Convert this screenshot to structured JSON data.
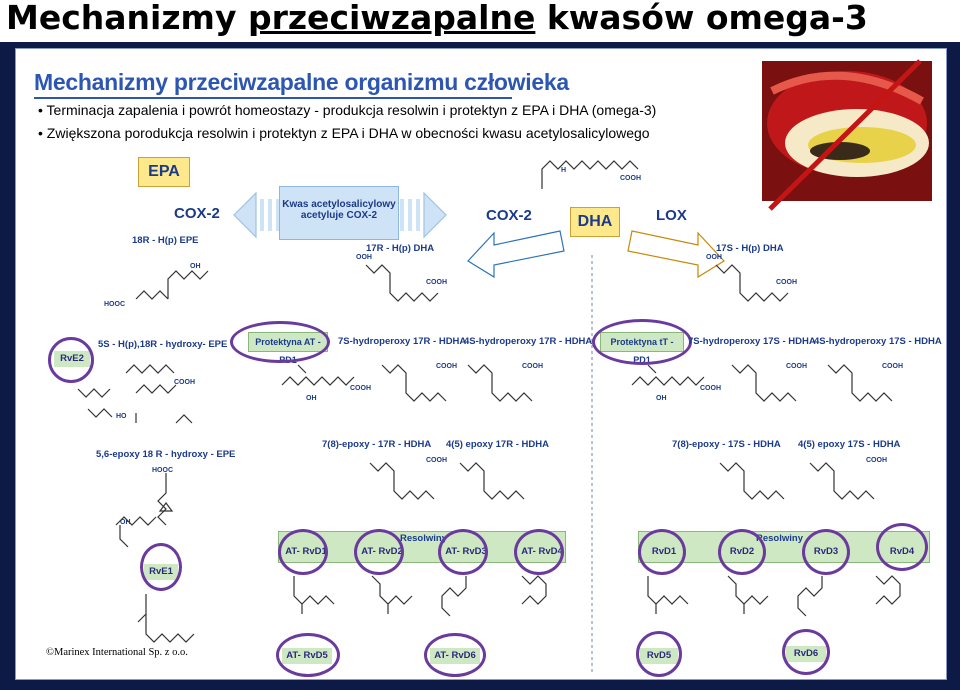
{
  "slide": {
    "title_pre": "Mechanizmy ",
    "title_underlined": "przeciwzapalne",
    "title_post": " kwasów omega-3"
  },
  "panel": {
    "heading": "Mechanizmy przeciwzapalne organizmu człowieka",
    "bullets": [
      "Terminacja zapalenia i powrót homeostazy - produkcja resolwin i protektyn z EPA i DHA (omega-3)",
      "Zwiększona porodukcja resolwin i protektyn z EPA i DHA w obecności kwasu acetylosalicylowego"
    ],
    "aspirin_box": [
      "Kwas acetylosalicylowy",
      "acetyluje COX-2"
    ],
    "copyright": "©Marinex International Sp. z o.o."
  },
  "epa": {
    "label": "EPA",
    "enzyme": "COX-2",
    "intermediate": "18R - H(p) EPE",
    "step2": "5S - H(p),18R - hydroxy-  EPE",
    "step3": "5,6-epoxy 18 R - hydroxy - EPE",
    "rve2": "RvE2",
    "rve1": "RvE1"
  },
  "dha": {
    "label": "DHA",
    "left_enzyme": "COX-2",
    "right_enzyme": "LOX",
    "left_intermediate": "17R - H(p) DHA",
    "right_intermediate": "17S - H(p) DHA",
    "left_row": [
      "Protektyna AT - PD1",
      "7S-hydroperoxy 17R - HDHA",
      "4S-hydroperoxy 17R - HDHA"
    ],
    "right_row": [
      "Protektyna tT - PD1",
      "7S-hydroperoxy 17S - HDHA",
      "4S-hydroperoxy 17S - HDHA"
    ],
    "left_epoxy": [
      "7(8)-epoxy - 17R - HDHA",
      "4(5) epoxy 17R - HDHA"
    ],
    "right_epoxy": [
      "7(8)-epoxy - 17S - HDHA",
      "4(5) epoxy 17S - HDHA"
    ],
    "resolwiny": "Resolwiny",
    "left_resolvins": [
      "AT- RvD1",
      "AT- RvD2",
      "AT- RvD3",
      "AT- RvD4"
    ],
    "right_resolvins": [
      "RvD1",
      "RvD2",
      "RvD3",
      "RvD4"
    ],
    "left_bottom": [
      "AT- RvD5",
      "AT- RvD6"
    ],
    "right_bottom": [
      "RvD5",
      "RvD6"
    ]
  },
  "chem": {
    "cooh": "COOH",
    "hooc": "HOOC",
    "oh": "OH",
    "ho": "HO",
    "h": "H",
    "oooh": "OOH"
  },
  "colors": {
    "heading": "#2d56b3",
    "arrow_blue": "#4a9fe0",
    "arrow_yellow": "#f2b21a",
    "ring": "#6a3a9c",
    "label_box": "#fde98c",
    "pill": "#cfe8c4"
  },
  "icons": [
    "artery-image",
    "no-sign-icon",
    "arrow-down-icon",
    "arrow-left-icon",
    "arrow-right-icon"
  ]
}
